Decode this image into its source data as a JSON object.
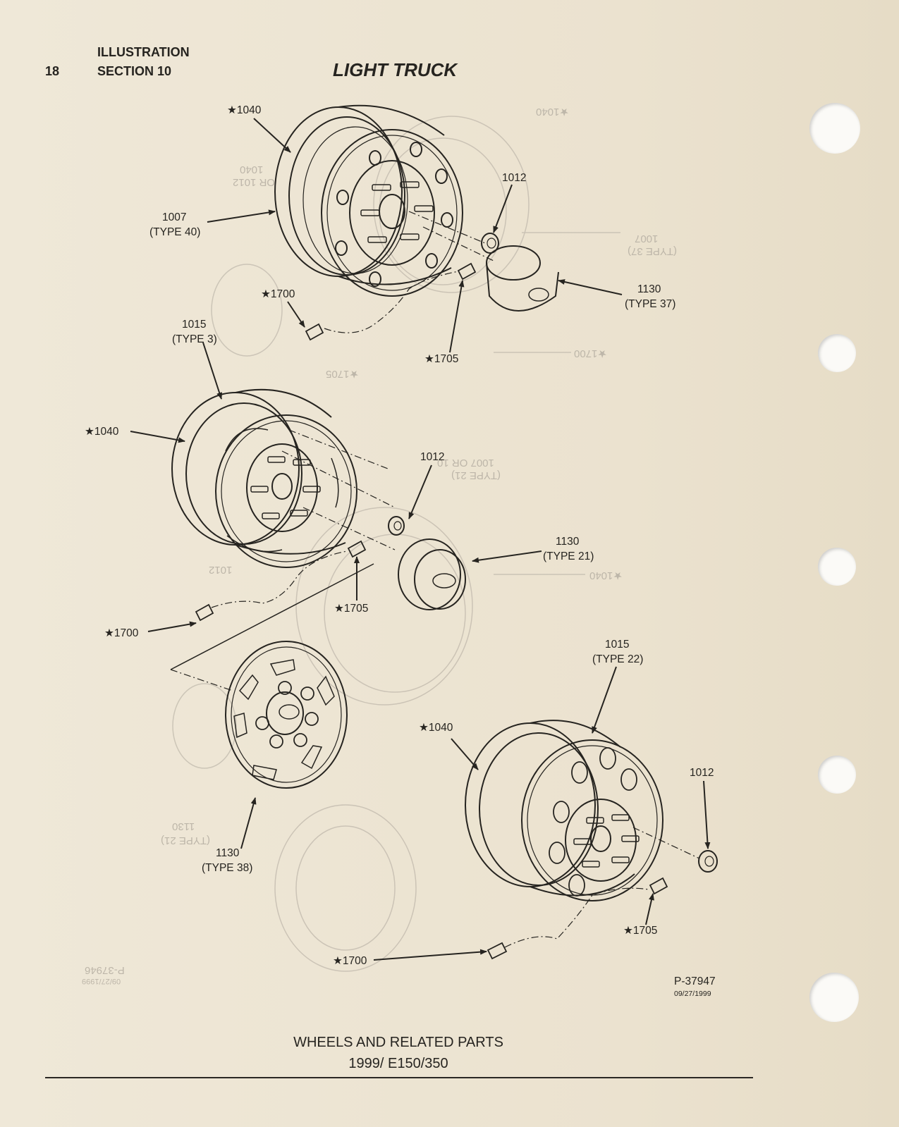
{
  "header": {
    "page_number": "18",
    "illustration": "ILLUSTRATION",
    "section": "SECTION 10",
    "title": "LIGHT TRUCK"
  },
  "callouts": {
    "wheel1_star1040": "★1040",
    "wheel1_1012": "1012",
    "wheel1_1007": "1007",
    "wheel1_1007_type": "(TYPE 40)",
    "wheel1_star1700": "★1700",
    "wheel1_1130": "1130",
    "wheel1_1130_type": "(TYPE 37)",
    "wheel1_star1705": "★1705",
    "wheel2_1015": "1015",
    "wheel2_1015_type": "(TYPE 3)",
    "wheel2_star1040": "★1040",
    "wheel2_1012": "1012",
    "wheel2_1130": "1130",
    "wheel2_1130_type": "(TYPE 21)",
    "wheel2_star1705": "★1705",
    "wheel2_star1700": "★1700",
    "cover_1130": "1130",
    "cover_1130_type": "(TYPE 38)",
    "wheel3_1015": "1015",
    "wheel3_1015_type": "(TYPE 22)",
    "wheel3_star1040": "★1040",
    "wheel3_1012": "1012",
    "wheel3_star1705": "★1705",
    "wheel3_star1700": "★1700"
  },
  "bleed_through": {
    "b1": "★1040",
    "b2": "1040",
    "b3": "OR 1012",
    "b4": "1007",
    "b5": "(TYPE 37)",
    "b6": "★1700",
    "b7": "★1705",
    "b8": "1007 OR 10",
    "b9": "(TYPE 21)",
    "b10": "★1040",
    "b11": "1012",
    "b12": "1130",
    "b13": "(TYPE 21)",
    "b14": "P-37946",
    "b15": "09/27/1999"
  },
  "figure": {
    "number": "P-37947",
    "date": "09/27/1999"
  },
  "footer": {
    "title": "WHEELS AND RELATED PARTS",
    "model": "1999/ E150/350"
  },
  "colors": {
    "paper": "#ece4d3",
    "ink": "#262420",
    "bleed_through": "#bdb6a9"
  }
}
